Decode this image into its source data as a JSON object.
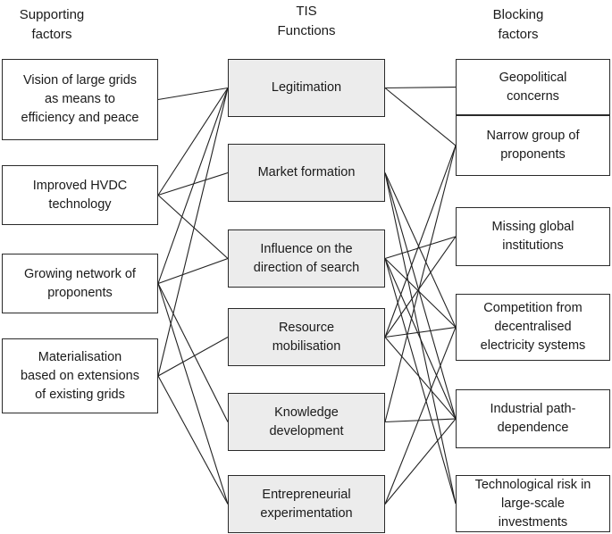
{
  "headings": {
    "supporting": "Supporting\nfactors",
    "functions": "TIS\nFunctions",
    "blocking": "Blocking\nfactors"
  },
  "supporting": [
    "Vision of large grids\nas means to\nefficiency and peace",
    "Improved HVDC\ntechnology",
    "Growing network of\nproponents",
    "Materialisation\nbased on extensions\nof existing grids"
  ],
  "functions": [
    "Legitimation",
    "Market formation",
    "Influence on the\ndirection of search",
    "Resource\nmobilisation",
    "Knowledge\ndevelopment",
    "Entrepreneurial\nexperimentation"
  ],
  "blocking": [
    "Geopolitical\nconcerns",
    "Narrow group of\nproponents",
    "Missing global\ninstitutions",
    "Competition from\ndecentralised\nelectricity systems",
    "Industrial path-\ndependence",
    "Technological risk in\nlarge-scale\ninvestments"
  ],
  "links_supporting_to_functions": [
    [
      0,
      0
    ],
    [
      1,
      0
    ],
    [
      1,
      1
    ],
    [
      1,
      2
    ],
    [
      2,
      0
    ],
    [
      2,
      2
    ],
    [
      2,
      4
    ],
    [
      2,
      5
    ],
    [
      3,
      0
    ],
    [
      3,
      3
    ],
    [
      3,
      5
    ]
  ],
  "links_functions_to_blocking": [
    [
      0,
      0
    ],
    [
      0,
      1
    ],
    [
      1,
      3
    ],
    [
      1,
      4
    ],
    [
      1,
      5
    ],
    [
      2,
      2
    ],
    [
      2,
      3
    ],
    [
      2,
      4
    ],
    [
      2,
      5
    ],
    [
      3,
      1
    ],
    [
      3,
      2
    ],
    [
      3,
      3
    ],
    [
      3,
      4
    ],
    [
      4,
      1
    ],
    [
      4,
      4
    ],
    [
      5,
      3
    ],
    [
      5,
      4
    ]
  ]
}
